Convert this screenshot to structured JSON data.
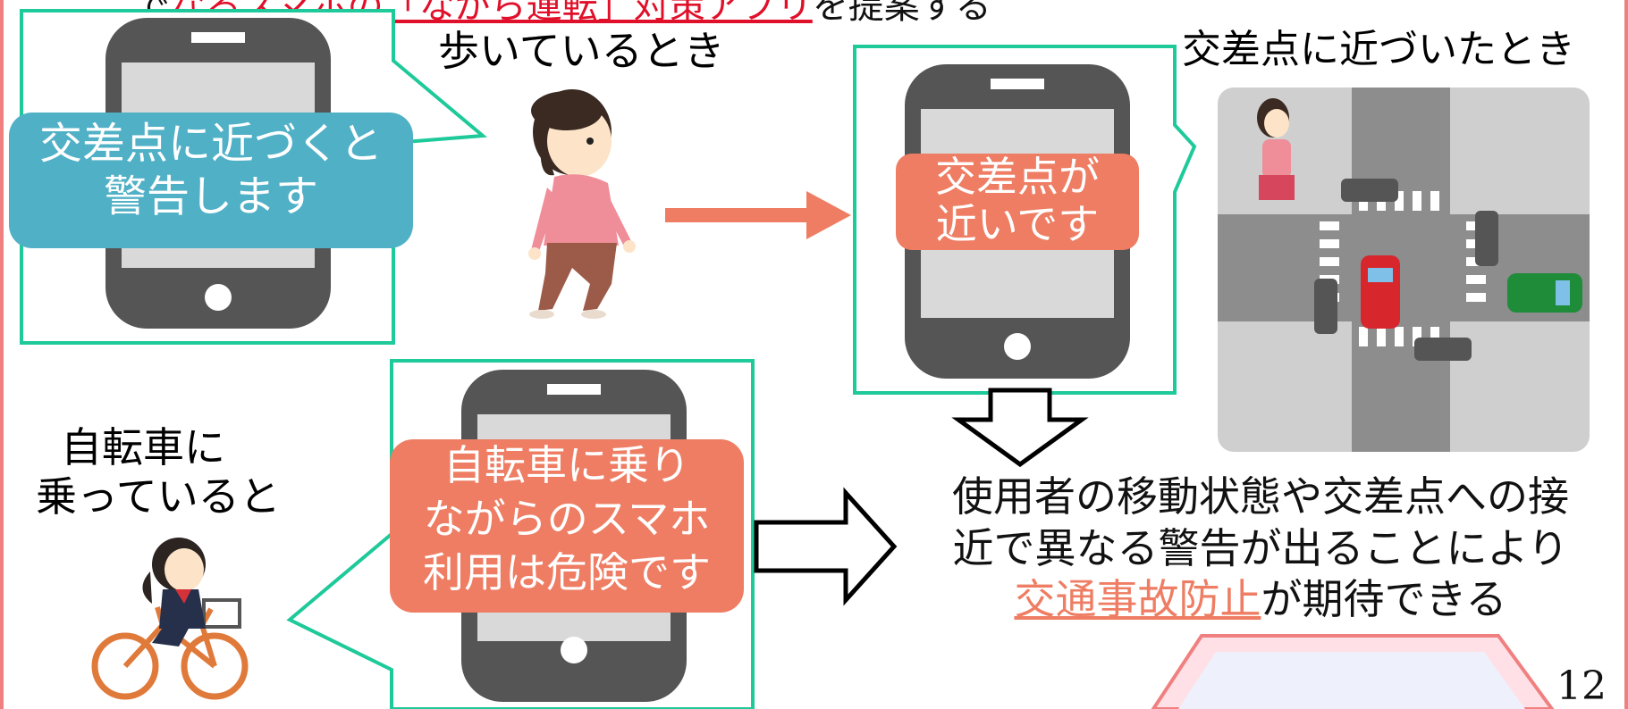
{
  "slide": {
    "page_number": "12",
    "title_fragment_left": "で",
    "title_fragment_red": "なるスマホの「ながら運転」対策アプリ",
    "title_fragment_right": "を提案する"
  },
  "panel_walking": {
    "label": "歩いているとき",
    "bubble_line1": "交差点に近づくと",
    "bubble_line2": "警告します"
  },
  "panel_intersection": {
    "label": "交差点に近づいたとき",
    "bubble_line1": "交差点が",
    "bubble_line2": "近いです"
  },
  "panel_bicycle": {
    "label_line1": "自転車に",
    "label_line2": "乗っていると",
    "bubble_line1": "自転車に乗り",
    "bubble_line2": "ながらのスマホ",
    "bubble_line3": "利用は危険です"
  },
  "conclusion": {
    "line1": "使用者の移動状態や交差点への接",
    "line2": "近で異なる警告が出ることにより",
    "line3_accent": "交通事故防止",
    "line3_rest": "が期待できる"
  },
  "colors": {
    "frame": "#f08080",
    "callout_border": "#1ec99a",
    "phone": "#555555",
    "bubble_blue": "#4fb0c6",
    "bubble_salmon": "#ee7d63",
    "arrow": "#ee7d63"
  }
}
